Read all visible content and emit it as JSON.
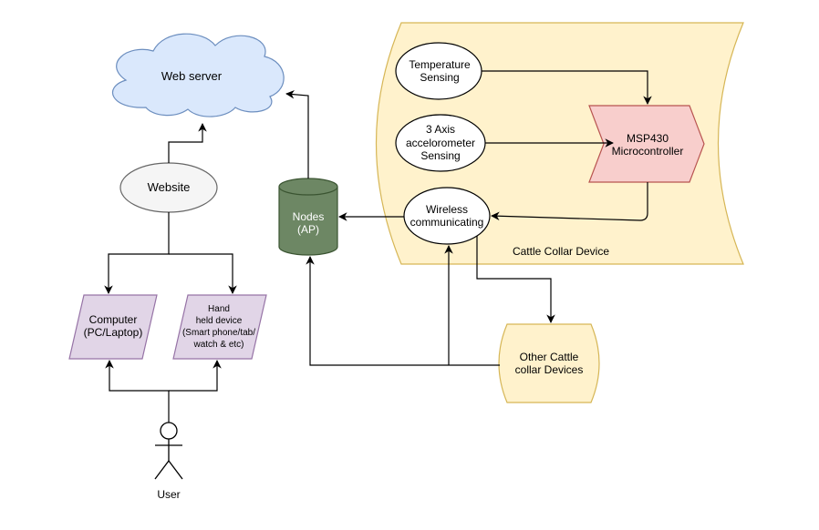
{
  "nodes": {
    "web_server": "Web server",
    "website": "Website",
    "nodes_ap": [
      "Nodes",
      "(AP)"
    ],
    "computer": [
      "Computer",
      "(PC/Laptop)"
    ],
    "handheld": [
      "Hand",
      "held device",
      "(Smart phone/tab/",
      "watch & etc)"
    ],
    "user": "User",
    "temperature": [
      "Temperature",
      "Sensing"
    ],
    "accelerometer": [
      "3 Axis",
      "accelorometer",
      "Sensing"
    ],
    "mcu": [
      "MSP430",
      "Microcontroller"
    ],
    "wireless": [
      "Wireless",
      "communicating"
    ],
    "collar_device": "Cattle Collar Device",
    "other_collars": [
      "Other Cattle",
      "collar Devices"
    ]
  },
  "colors": {
    "cloud_fill": "#dae8fc",
    "cloud_stroke": "#6c8ebf",
    "website_fill": "#f5f5f5",
    "website_stroke": "#666666",
    "db_fill": "#6d8764",
    "db_stroke": "#3a5431",
    "purple_fill": "#e1d5e7",
    "purple_stroke": "#9673a6",
    "yellow_fill": "#fff2cc",
    "yellow_stroke": "#d6b656",
    "red_fill": "#f8cecc",
    "red_stroke": "#b85450"
  }
}
